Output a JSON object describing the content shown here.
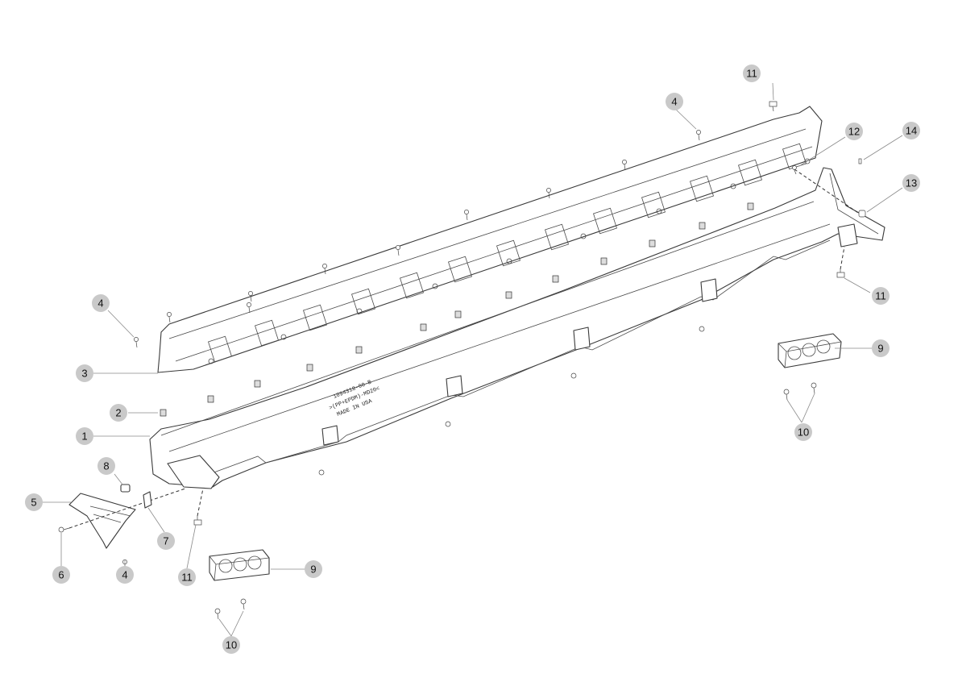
{
  "callouts": [
    {
      "label": "1"
    },
    {
      "label": "2"
    },
    {
      "label": "3"
    },
    {
      "label": "4"
    },
    {
      "label": "4"
    },
    {
      "label": "4"
    },
    {
      "label": "5"
    },
    {
      "label": "6"
    },
    {
      "label": "7"
    },
    {
      "label": "8"
    },
    {
      "label": "9"
    },
    {
      "label": "9"
    },
    {
      "label": "10"
    },
    {
      "label": "10"
    },
    {
      "label": "11"
    },
    {
      "label": "11"
    },
    {
      "label": "11"
    },
    {
      "label": "12"
    },
    {
      "label": "13"
    },
    {
      "label": "14"
    }
  ],
  "part_marking": {
    "line1": "1094318-00-B",
    "line2": ">(PP+EPDM)-MD20<",
    "line3": "MADE IN USA"
  }
}
